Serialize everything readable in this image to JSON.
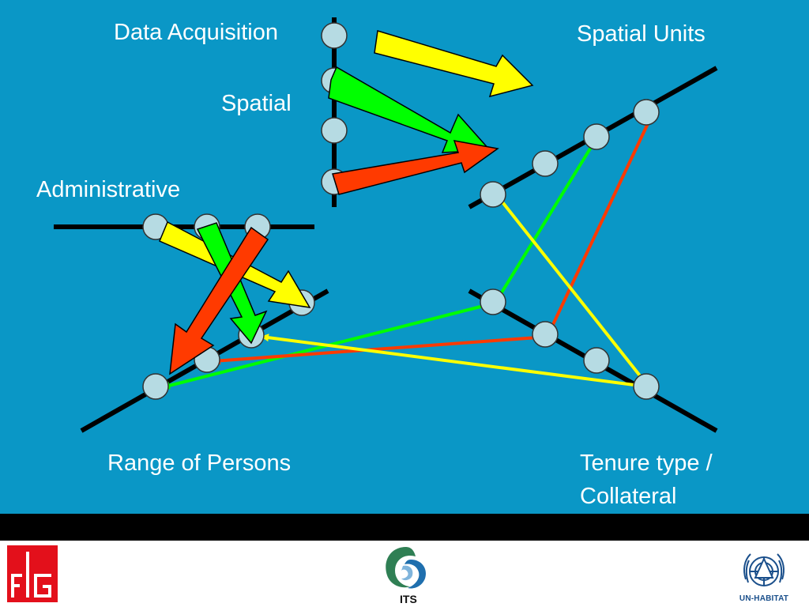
{
  "labels": {
    "data_acquisition": "Data Acquisition",
    "spatial_units": "Spatial Units",
    "spatial": "Spatial",
    "administrative": "Administrative",
    "range_of_persons": "Range of Persons",
    "tenure_type_line1": "Tenure type /",
    "tenure_type_line2": "Collateral"
  },
  "logos": {
    "fig": "FIG",
    "its": "ITS",
    "un_habitat": "UN-HABITAT"
  },
  "colors": {
    "background": "#0a97c6",
    "yellow": "#ffff00",
    "green": "#00ff00",
    "red": "#ff3a00",
    "node": "#b6dbe3",
    "fig_red": "#e3101b",
    "un_blue": "#1a4f8b"
  }
}
